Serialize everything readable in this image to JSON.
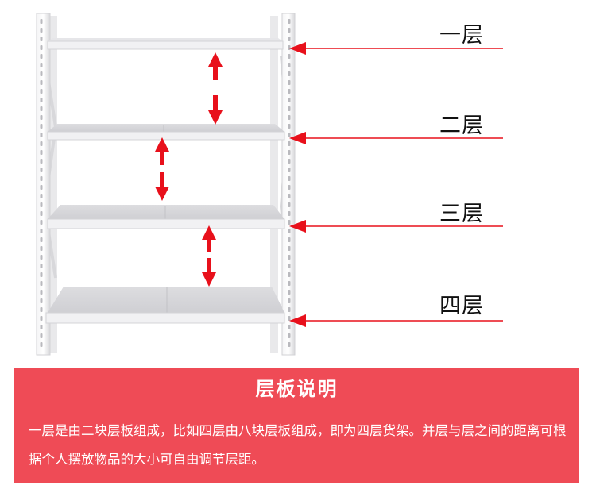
{
  "labels": {
    "layer1": "一层",
    "layer2": "二层",
    "layer3": "三层",
    "layer4": "四层"
  },
  "info": {
    "title": "层板说明",
    "text": "一层是由二块层板组成，比如四层由八块层板组成，即为四层货架。并层与层之间的距离可根据个人摆放物品的大小可自由调节层距。"
  },
  "colors": {
    "accent": "#ef4b56",
    "arrow": "#e8101b",
    "pointer_line": "#e8101b",
    "shelf": "#e4e4e6"
  }
}
